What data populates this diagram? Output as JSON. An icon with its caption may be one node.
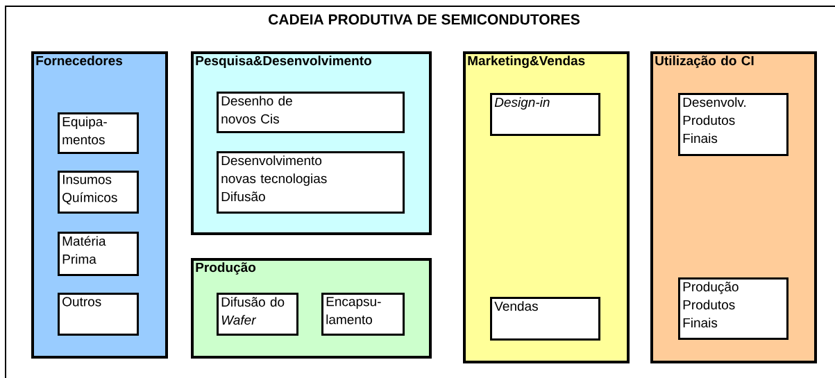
{
  "diagram": {
    "title": "CADEIA PRODUTIVA DE SEMICONDUTORES",
    "nodes": [
      {
        "text": [
          "Fornecedores"
        ]
      },
      {
        "text": [
          "Equipa- mentos"
        ],
        "in": 0
      },
      {
        "text": [
          "Insumos Químicos"
        ],
        "in": 0
      },
      {
        "text": [
          "Matéria Prima"
        ],
        "in": 0
      },
      {
        "text": [
          "Outros"
        ],
        "in": 0
      },
      {
        "text": [
          "Pesquisa&Desenvolvimento"
        ]
      },
      {
        "text": [
          "Desenho de novos Cis"
        ],
        "in": 5
      },
      {
        "text": [
          "Desenvolvimento novas tecnologias Difusão"
        ],
        "in": 5
      },
      {
        "text": [
          "Produção"
        ]
      },
      {
        "text": [
          "Difusão do *Wafer*"
        ],
        "in": 8
      },
      {
        "text": [
          "Encapsu- lamento"
        ],
        "in": 8
      },
      {
        "text": [
          "Marketing&Vendas"
        ]
      },
      {
        "text": [
          "Design-in"
        ],
        "in": 11
      },
      {
        "text": [
          "Vendas"
        ],
        "in": 11
      },
      {
        "text": [
          "Utilização do CI"
        ]
      },
      {
        "text": [
          "Desenvolv. Produtos Finais"
        ],
        "in": 14
      },
      {
        "text": [
          "Produção Produtos Finais"
        ],
        "in": 14
      }
    ]
  }
}
